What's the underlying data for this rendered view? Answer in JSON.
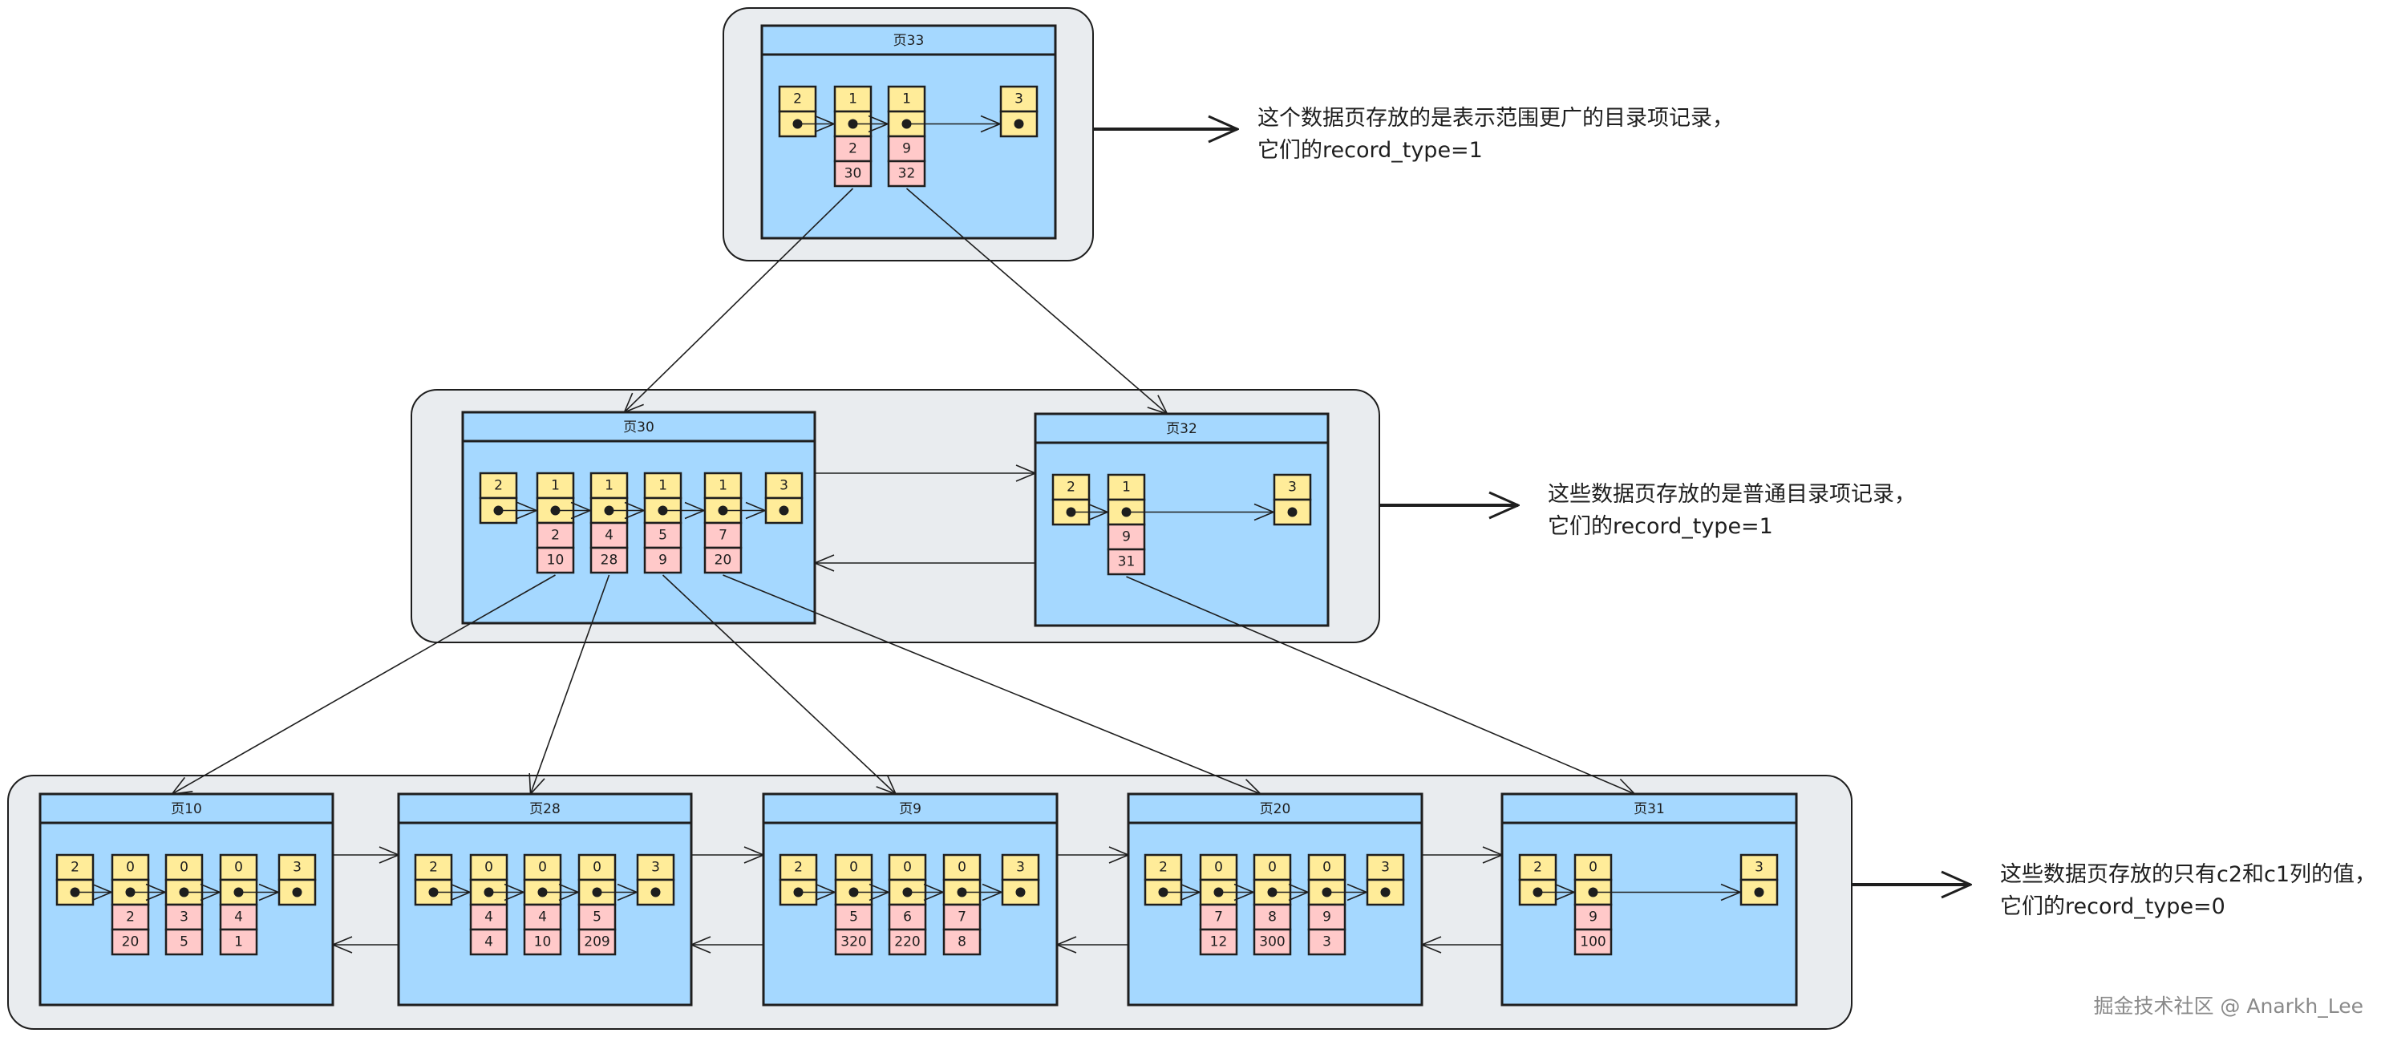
{
  "colors": {
    "group_background": "#e9ecef",
    "page_background": "#a5d8ff",
    "header_cell": "#ffec99",
    "key_cell": "#ffc9c9",
    "stroke": "#1e1e1e"
  },
  "levels": [
    {
      "id": "root",
      "pages": [
        {
          "title": "页33",
          "records": [
            {
              "type": "2"
            },
            {
              "type": "1",
              "key": "2",
              "child": "30"
            },
            {
              "type": "1",
              "key": "9",
              "child": "32"
            },
            {
              "type": "3"
            }
          ]
        }
      ],
      "note": {
        "line1": "这个数据页存放的是表示范围更广的目录项记录，",
        "line2": "它们的record_type=1"
      }
    },
    {
      "id": "internal",
      "pages": [
        {
          "title": "页30",
          "records": [
            {
              "type": "2"
            },
            {
              "type": "1",
              "key": "2",
              "child": "10"
            },
            {
              "type": "1",
              "key": "4",
              "child": "28"
            },
            {
              "type": "1",
              "key": "5",
              "child": "9"
            },
            {
              "type": "1",
              "key": "7",
              "child": "20"
            },
            {
              "type": "3"
            }
          ]
        },
        {
          "title": "页32",
          "records": [
            {
              "type": "2"
            },
            {
              "type": "1",
              "key": "9",
              "child": "31"
            },
            {
              "type": "3"
            }
          ]
        }
      ],
      "note": {
        "line1": "这些数据页存放的是普通目录项记录，",
        "line2": "它们的record_type=1"
      }
    },
    {
      "id": "leaf",
      "pages": [
        {
          "title": "页10",
          "records": [
            {
              "type": "2"
            },
            {
              "type": "0",
              "key": "2",
              "value": "20"
            },
            {
              "type": "0",
              "key": "3",
              "value": "5"
            },
            {
              "type": "0",
              "key": "4",
              "value": "1"
            },
            {
              "type": "3"
            }
          ]
        },
        {
          "title": "页28",
          "records": [
            {
              "type": "2"
            },
            {
              "type": "0",
              "key": "4",
              "value": "4"
            },
            {
              "type": "0",
              "key": "4",
              "value": "10"
            },
            {
              "type": "0",
              "key": "5",
              "value": "209"
            },
            {
              "type": "3"
            }
          ]
        },
        {
          "title": "页9",
          "records": [
            {
              "type": "2"
            },
            {
              "type": "0",
              "key": "5",
              "value": "320"
            },
            {
              "type": "0",
              "key": "6",
              "value": "220"
            },
            {
              "type": "0",
              "key": "7",
              "value": "8"
            },
            {
              "type": "3"
            }
          ]
        },
        {
          "title": "页20",
          "records": [
            {
              "type": "2"
            },
            {
              "type": "0",
              "key": "7",
              "value": "12"
            },
            {
              "type": "0",
              "key": "8",
              "value": "300"
            },
            {
              "type": "0",
              "key": "9",
              "value": "3"
            },
            {
              "type": "3"
            }
          ]
        },
        {
          "title": "页31",
          "records": [
            {
              "type": "2"
            },
            {
              "type": "0",
              "key": "9",
              "value": "100"
            },
            {
              "type": "3"
            }
          ]
        }
      ],
      "note": {
        "line1": "这些数据页存放的只有c2和c1列的值，",
        "line2": "它们的record_type=0"
      }
    }
  ],
  "watermark": "掘金技术社区 @ Anarkh_Lee"
}
